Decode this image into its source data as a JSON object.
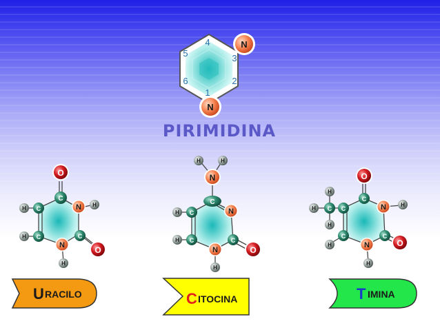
{
  "title": "PIRIMIDINA",
  "main_ring": {
    "position_numbers": [
      "1",
      "2",
      "3",
      "4",
      "5",
      "6"
    ],
    "nitrogen_label": "N"
  },
  "molecules": [
    {
      "id": "uracilo",
      "atoms": {
        "O": "O",
        "C": "C",
        "N": "N",
        "H": "H"
      }
    },
    {
      "id": "citocina",
      "atoms": {
        "O": "O",
        "C": "C",
        "N": "N",
        "H": "H"
      }
    },
    {
      "id": "timina",
      "atoms": {
        "O": "O",
        "C": "C",
        "N": "N",
        "H": "H"
      }
    }
  ],
  "buttons": [
    {
      "id": "uracilo",
      "initial": "U",
      "rest": "RACILO",
      "fill": "#f39a12",
      "initial_color": "#1a1a1a"
    },
    {
      "id": "citocina",
      "initial": "C",
      "rest": "ITOCINA",
      "fill": "#ffff00",
      "initial_color": "#e31c1c"
    },
    {
      "id": "timina",
      "initial": "T",
      "rest": "IMINA",
      "fill": "#22e64a",
      "initial_color": "#1a39c8"
    }
  ],
  "colors": {
    "nitrogen": "#f07a4a",
    "oxygen": "#c8141a",
    "carbon": "#1f6f5a",
    "hydrogen": "#6f7f7a",
    "ring_fill": "#bff2ef",
    "ring_center": "#3cc4c4"
  }
}
